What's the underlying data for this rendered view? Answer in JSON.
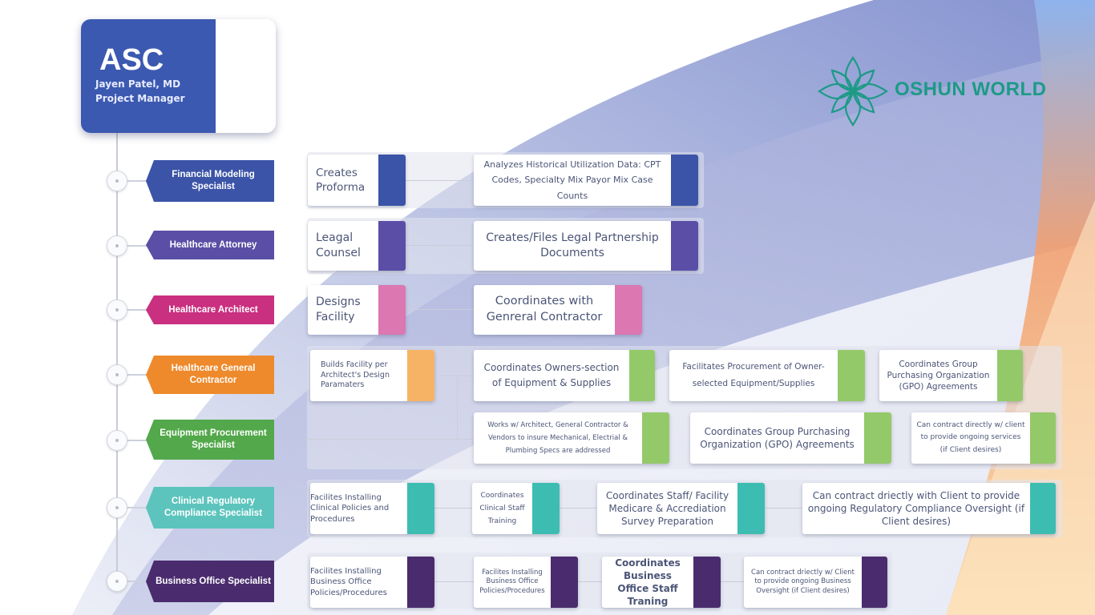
{
  "header": {
    "title": "ASC",
    "name": "Jayen Patel, MD",
    "role": "Project Manager",
    "color": "#3b59b0"
  },
  "brand": {
    "name": "OSHUN WORLD",
    "color": "#1d9a86",
    "icon": "lotus-star-icon"
  },
  "rows": [
    {
      "role": "Financial Modeling Specialist",
      "color": "#3b54a8",
      "tasks": [
        "Creates Proforma",
        "Analyzes Historical Utilization Data: CPT Codes, Specialty Mix Payor Mix Case Counts"
      ]
    },
    {
      "role": "Healthcare Attorney",
      "color": "#5a4ea6",
      "tasks": [
        "Leagal Counsel",
        "Creates/Files Legal Partnership Documents"
      ]
    },
    {
      "role": "Healthcare Architect",
      "color": "#c9307f",
      "accent": "#dc77b1",
      "tasks": [
        "Designs Facility",
        "Coordinates with Genreral Contractor"
      ]
    },
    {
      "role": "Healthcare General Contractor",
      "color": "#ee8a2c",
      "accent": "#f7b365",
      "tasks": [
        "Builds Facility per Architect's Design Paramaters",
        "Coordinates Owners-section of Equipment & Supplies",
        "Facilitates Procurement of Owner-selected Equipment/Supplies",
        "Coordinates Group Purchasing Organization (GPO) Agreements"
      ]
    },
    {
      "role": "Equipment Procurement Specialist",
      "color": "#52a84a",
      "accent": "#94c96a",
      "tasks": [
        "Works w/ Architect, General Contractor & Vendors to insure Mechanical, Electrial & Plumbing Specs are addressed",
        "Coordinates Group Purchasing Organization (GPO) Agreements",
        "Can contract directly w/ client to provide ongoing services (if Client desires)"
      ]
    },
    {
      "role": "Clinical Regulatory Compliance Specialist",
      "color": "#5cc4bd",
      "accent": "#3dbdb2",
      "tasks": [
        "Facilites Installing Clinical Policies and Procedures",
        "Coordinates Clinical Staff Training",
        "Coordinates Staff/ Facility Medicare & Accrediation Survey Preparation",
        "Can contract driectly with Client to provide ongoing Regulatory Compliance Oversight (if Client desires)"
      ]
    },
    {
      "role": "Business Office Specialist",
      "color": "#4a2c6e",
      "accent": "#4a2c6e",
      "tasks": [
        "Facilites Installing Business Office Policies/Procedures",
        "Facilites Installing Business Office Policies/Procedures",
        "Coordinates Business Office Staff Traning",
        "Can contract driectly w/ Client to provide ongoing Business Oversight (if Client desires)"
      ]
    }
  ]
}
